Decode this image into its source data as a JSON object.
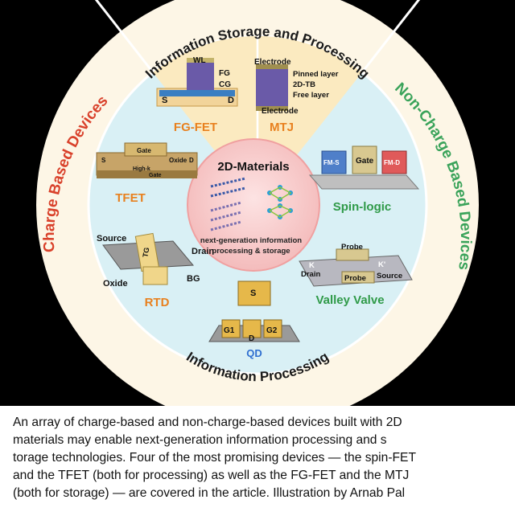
{
  "diagram": {
    "center": {
      "title": "2D-Materials",
      "subtitle_line1": "next-generation information",
      "subtitle_line2": "processing & storage"
    },
    "arcs": {
      "top": "Information Storage and Processing",
      "bottom": "Information Processing",
      "left": "Charge Based Devices",
      "right": "Non-Charge Based Devices"
    },
    "devices": {
      "fgfet": {
        "title": "FG-FET",
        "labels": {
          "wl": "WL",
          "fg": "FG",
          "cg": "CG",
          "s": "S",
          "d": "D"
        }
      },
      "mtj": {
        "title": "MTJ",
        "labels": {
          "electrode_top": "Electrode",
          "pinned": "Pinned layer",
          "tb": "2D-TB",
          "free": "Free layer",
          "electrode_bottom": "Electrode"
        }
      },
      "tfet": {
        "title": "TFET",
        "labels": {
          "gate": "Gate",
          "oxide": "Oxide",
          "s": "S",
          "d": "D",
          "highk": "High-k",
          "gate2": "Gate"
        }
      },
      "spin": {
        "title": "Spin-logic",
        "labels": {
          "fms": "FM-S",
          "gate": "Gate",
          "fmd": "FM-D"
        }
      },
      "rtd": {
        "title": "RTD",
        "labels": {
          "source": "Source",
          "tg": "TG",
          "drain": "Drain",
          "oxide": "Oxide",
          "bg": "BG"
        }
      },
      "valley": {
        "title": "Valley Valve",
        "labels": {
          "probe_top": "Probe",
          "k1": "K",
          "k2": "K'",
          "drain": "Drain",
          "probe_bottom": "Probe",
          "source": "Source"
        }
      },
      "qd": {
        "title": "QD",
        "labels": {
          "s": "S",
          "g1": "G1",
          "d": "D",
          "g2": "G2"
        }
      }
    },
    "colors": {
      "outer_ring": "#fdf6e6",
      "inner_disk": "#d9f0f5",
      "top_sector": "#fbeac0",
      "charge_text": "#d9412b",
      "noncharge_text": "#3aa35a",
      "device_title_orange": "#e8801e",
      "device_title_green": "#2f9a48",
      "qd_title": "#2f6fd0",
      "center_fill": "#f6c6c6"
    }
  },
  "caption": {
    "line1": "An array of charge-based and non-charge-based devices built with 2D",
    "line2": "materials may enable next-generation information processing and s",
    "line3": "torage technologies. Four of the most promising devices — the spin-FET",
    "line4": "and the TFET (both for processing) as well as the FG-FET and the MTJ",
    "line5": "(both for storage) — are covered in the article. Illustration by Arnab Pal"
  }
}
